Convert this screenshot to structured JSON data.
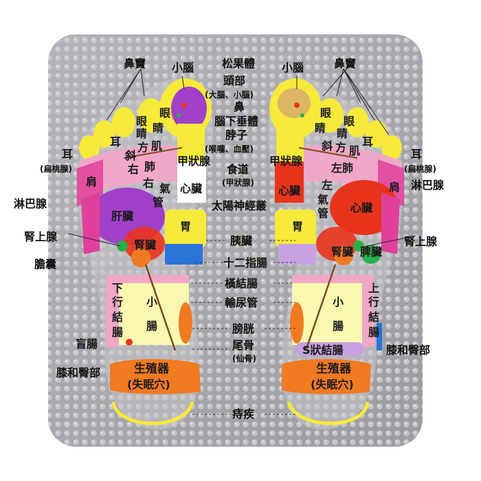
{
  "labels": {
    "nose_sinus": "鼻竇",
    "cerebellum": "小腦",
    "pineal": "松果體",
    "head": "頭部",
    "head_sub": "(大腦、小腦)",
    "nose": "鼻",
    "pituitary": "腦下垂體",
    "neck": "脖子",
    "neck_sub": "(喉嚨、血壓)",
    "eye": "眼",
    "eye_stacked": "眼睛",
    "trapezius": "斜方肌",
    "ear": "耳",
    "ear_tonsil": "(扁桃腺)",
    "right_lung": "右肺",
    "left_lung": "左肺",
    "shoulder": "肩",
    "thyroid": "甲狀腺",
    "esophagus": "食道",
    "esophagus_sub": "(甲狀腺)",
    "right_bronchus": "右氣管",
    "left_bronchus": "左氣管",
    "heart": "心臟",
    "lymph": "淋巴腺",
    "liver": "肝臟",
    "solar_plexus": "太陽神經叢",
    "stomach": "胃",
    "adrenal": "腎上腺",
    "kidney": "腎臟",
    "pancreas": "胰臟",
    "spleen": "脾臟",
    "gallbladder": "膽囊",
    "duodenum": "十二指腸",
    "transverse_colon": "橫結腸",
    "ureter": "輸尿管",
    "descending_colon": "下行結腸",
    "ascending_colon": "上行結腸",
    "small_intestine": "小腸",
    "bladder": "膀胱",
    "coccyx": "尾骨",
    "coccyx_sub": "(仙骨)",
    "s_colon": "S狀結腸",
    "appendix": "盲腸",
    "knee_hip": "膝和臀部",
    "reproductive": "生殖器",
    "insomnia_point": "(失眠穴)",
    "hemorrhoids": "痔疾"
  },
  "colors": {
    "mat": "#a9a9ad",
    "toe_yellow": "#f7ea3a",
    "purple": "#a040c8",
    "pink": "#f0a7c8",
    "magenta": "#e0409a",
    "red": "#e8341c",
    "orange": "#f07a22",
    "light_yellow": "#faf7b0",
    "blue": "#2a74d8",
    "green": "#28b04a",
    "lavender": "#c9a0e0",
    "cyan": "#4cc4e0"
  }
}
